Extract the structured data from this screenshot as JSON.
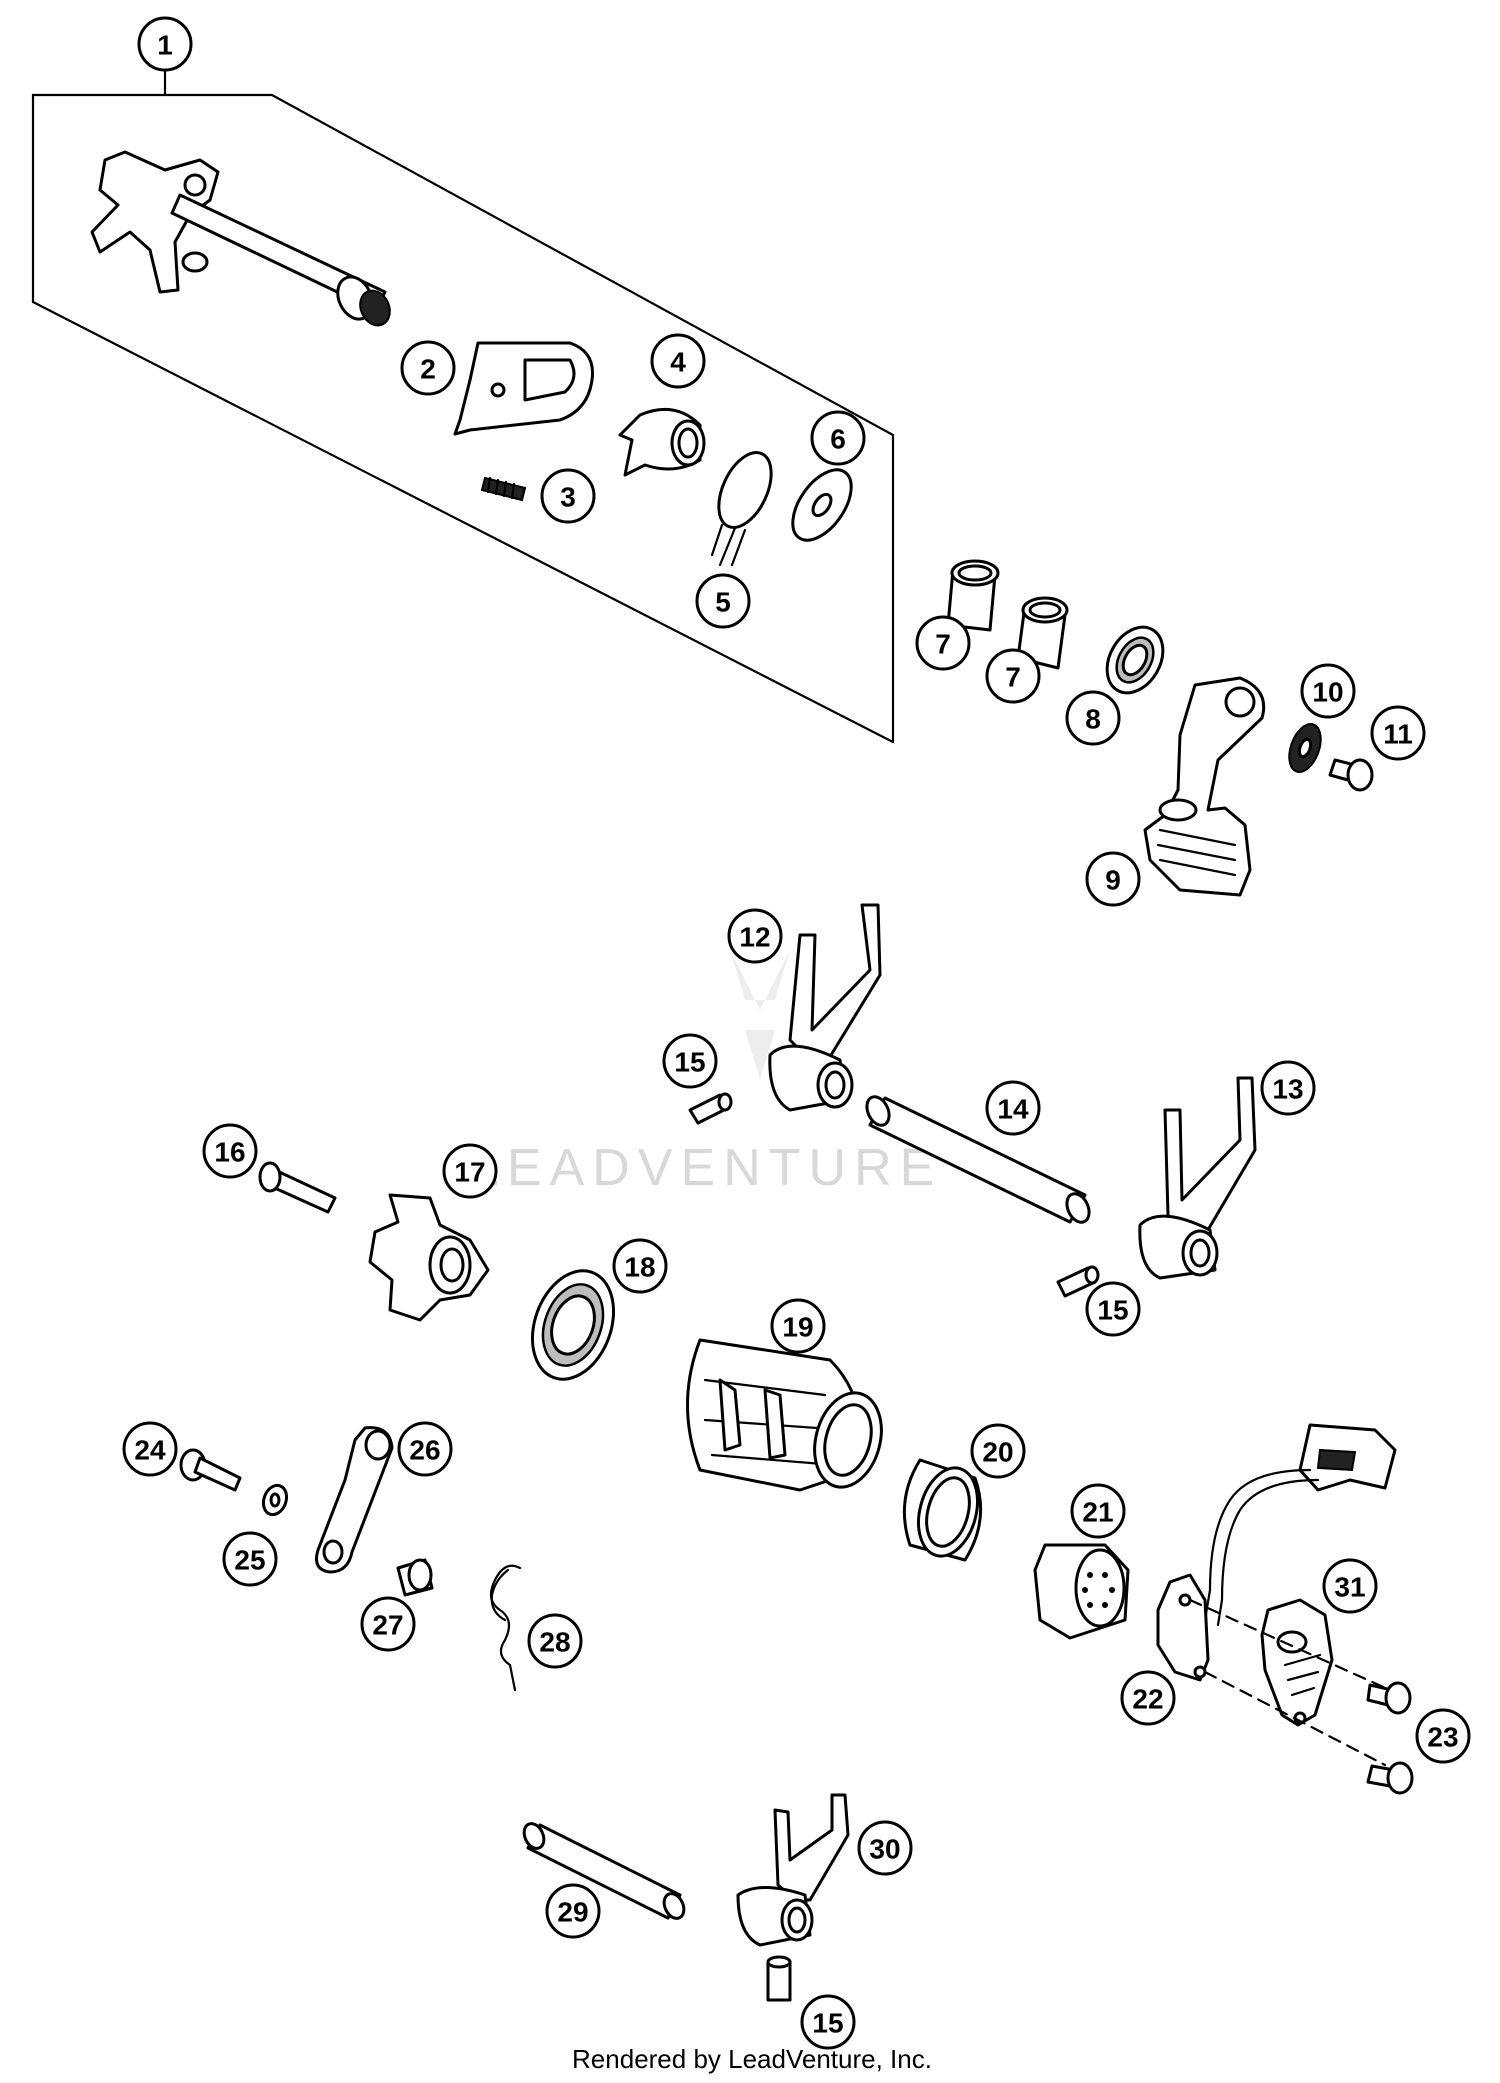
{
  "diagram": {
    "watermark": "LEADVENTURE",
    "credit": "Rendered by LeadVenture, Inc."
  },
  "callouts": [
    {
      "id": "c1",
      "label": "1"
    },
    {
      "id": "c2",
      "label": "2"
    },
    {
      "id": "c3",
      "label": "3"
    },
    {
      "id": "c4",
      "label": "4"
    },
    {
      "id": "c5",
      "label": "5"
    },
    {
      "id": "c6",
      "label": "6"
    },
    {
      "id": "c7a",
      "label": "7"
    },
    {
      "id": "c7b",
      "label": "7"
    },
    {
      "id": "c8",
      "label": "8"
    },
    {
      "id": "c9",
      "label": "9"
    },
    {
      "id": "c10",
      "label": "10"
    },
    {
      "id": "c11",
      "label": "11"
    },
    {
      "id": "c12",
      "label": "12"
    },
    {
      "id": "c13",
      "label": "13"
    },
    {
      "id": "c14",
      "label": "14"
    },
    {
      "id": "c15a",
      "label": "15"
    },
    {
      "id": "c15b",
      "label": "15"
    },
    {
      "id": "c15c",
      "label": "15"
    },
    {
      "id": "c16",
      "label": "16"
    },
    {
      "id": "c17",
      "label": "17"
    },
    {
      "id": "c18",
      "label": "18"
    },
    {
      "id": "c19",
      "label": "19"
    },
    {
      "id": "c20",
      "label": "20"
    },
    {
      "id": "c21",
      "label": "21"
    },
    {
      "id": "c22",
      "label": "22"
    },
    {
      "id": "c23",
      "label": "23"
    },
    {
      "id": "c24",
      "label": "24"
    },
    {
      "id": "c25",
      "label": "25"
    },
    {
      "id": "c26",
      "label": "26"
    },
    {
      "id": "c27",
      "label": "27"
    },
    {
      "id": "c28",
      "label": "28"
    },
    {
      "id": "c29",
      "label": "29"
    },
    {
      "id": "c30",
      "label": "30"
    },
    {
      "id": "c31",
      "label": "31"
    }
  ]
}
